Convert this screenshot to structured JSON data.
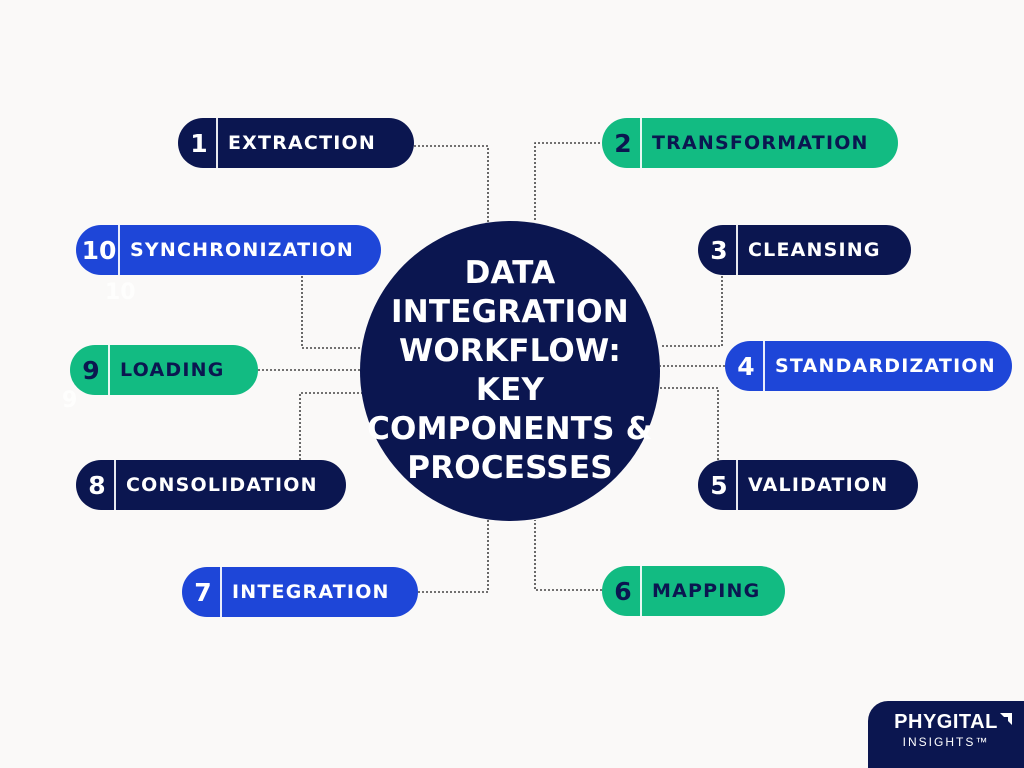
{
  "hub": {
    "title": "DATA INTEGRATION WORKFLOW: KEY COMPONENTS & PROCESSES"
  },
  "steps": [
    {
      "num": "1",
      "label": "EXTRACTION",
      "color": "#0b1650"
    },
    {
      "num": "2",
      "label": "TRANSFORMATION",
      "color": "#12bb82"
    },
    {
      "num": "3",
      "label": "CLEANSING",
      "color": "#0b1650"
    },
    {
      "num": "4",
      "label": "STANDARDIZATION",
      "color": "#1e46d8"
    },
    {
      "num": "5",
      "label": "VALIDATION",
      "color": "#0b1650"
    },
    {
      "num": "6",
      "label": "MAPPING",
      "color": "#12bb82"
    },
    {
      "num": "7",
      "label": "INTEGRATION",
      "color": "#1e46d8"
    },
    {
      "num": "8",
      "label": "CONSOLIDATION",
      "color": "#0b1650"
    },
    {
      "num": "9",
      "label": "LOADING",
      "color": "#12bb82"
    },
    {
      "num": "10",
      "label": "SYNCHRONIZATION",
      "color": "#1e46d8"
    }
  ],
  "ghost_numbers": {
    "ten": "10",
    "nine": "9"
  },
  "logo": {
    "name": "PHYGITAL",
    "sub": "INSIGHTS™"
  }
}
